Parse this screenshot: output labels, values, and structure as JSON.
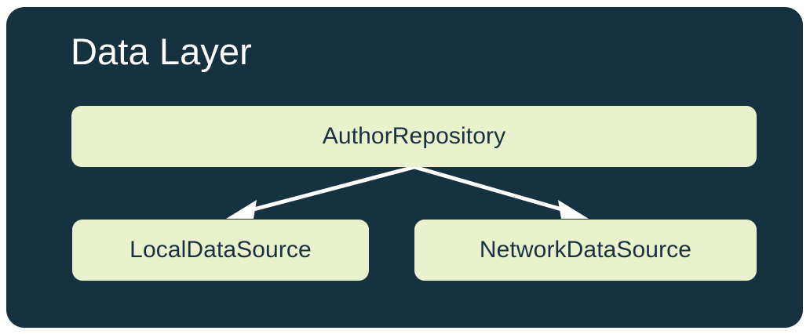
{
  "diagram": {
    "title": "Data Layer",
    "panel_color": "#16313f",
    "node_fill_color": "#eaf1cd",
    "node_text_color": "#16313f",
    "title_color": "#ffffff",
    "connector_color": "#ffffff",
    "canvas_background": "#ffffff",
    "nodes": [
      {
        "id": "author-repository",
        "label": "AuthorRepository",
        "role": "repository"
      },
      {
        "id": "local-data-source",
        "label": "LocalDataSource",
        "role": "data-source"
      },
      {
        "id": "network-data-source",
        "label": "NetworkDataSource",
        "role": "data-source"
      }
    ],
    "connectors": [
      {
        "from": "author-repository",
        "to": "local-data-source",
        "style": "solid-arrow"
      },
      {
        "from": "author-repository",
        "to": "network-data-source",
        "style": "solid-arrow"
      }
    ]
  }
}
